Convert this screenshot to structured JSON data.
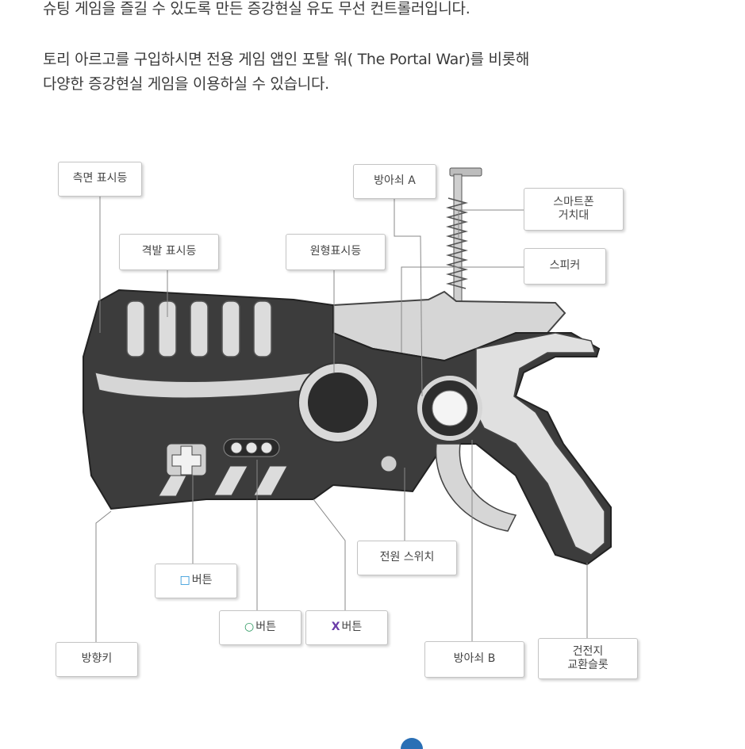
{
  "intro": {
    "line1": "슈팅 게임을 즐길 수 있도록 만든 증강현실 유도 무선 컨트롤러입니다.",
    "line2": "토리 아르고를 구입하시면 전용 게임 앱인 포탈 워( The Portal War)를 비롯해",
    "line3": "다양한 증강현실 게임을 이용하실 수 있습니다."
  },
  "labels": {
    "side_led": "측면 표시등",
    "fire_led": "격발 표시등",
    "round_led": "원형표시등",
    "trigger_a": "방아쇠 A",
    "phone_holder_1": "스마트폰",
    "phone_holder_2": "거치대",
    "speaker": "스피커",
    "power_switch": "전원 스위치",
    "square_symbol": "□",
    "square_button": "버튼",
    "circle_symbol": "○",
    "circle_button": "버튼",
    "x_symbol": "X",
    "x_button": "버튼",
    "dpad": "방향키",
    "trigger_b": "방아쇠 B",
    "battery_1": "건전지",
    "battery_2": "교환슬롯"
  },
  "colors": {
    "body_dark": "#3c3c3c",
    "silver": "#d6d6d6",
    "square_blue": "#1f8fd6",
    "circle_green": "#2e9a63",
    "x_purple": "#6a3ca8",
    "bottom_blue": "#2a6fb5"
  }
}
